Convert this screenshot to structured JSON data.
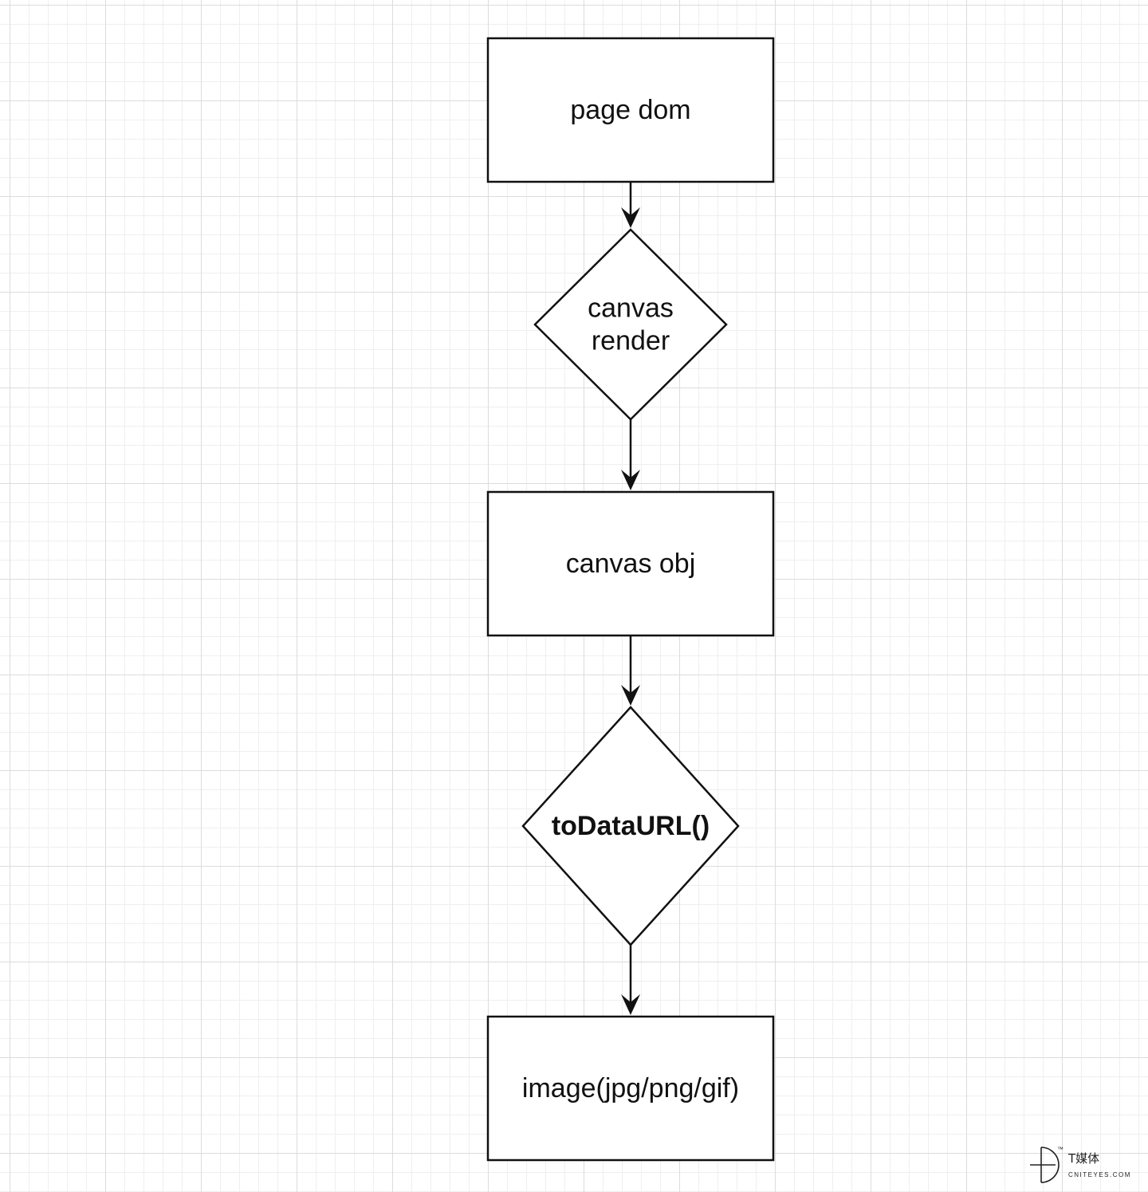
{
  "nodes": [
    {
      "id": "page-dom",
      "shape": "rect",
      "lines": [
        "page dom"
      ],
      "bold": false
    },
    {
      "id": "canvas-render",
      "shape": "diamond",
      "lines": [
        "canvas",
        "render"
      ],
      "bold": false
    },
    {
      "id": "canvas-obj",
      "shape": "rect",
      "lines": [
        "canvas obj"
      ],
      "bold": false
    },
    {
      "id": "to-data-url",
      "shape": "diamond",
      "lines": [
        "toDataURL()"
      ],
      "bold": true
    },
    {
      "id": "image",
      "shape": "rect",
      "lines": [
        "image(jpg/png/gif)"
      ],
      "bold": false
    }
  ],
  "edges": [
    {
      "from": "page-dom",
      "to": "canvas-render"
    },
    {
      "from": "canvas-render",
      "to": "canvas-obj"
    },
    {
      "from": "canvas-obj",
      "to": "to-data-url"
    },
    {
      "from": "to-data-url",
      "to": "image"
    }
  ],
  "watermark": {
    "cn_text": "T媒体",
    "en_text": "CNITEYES.COM",
    "tm": "™"
  },
  "colors": {
    "stroke": "#111111",
    "fill": "#ffffff"
  }
}
